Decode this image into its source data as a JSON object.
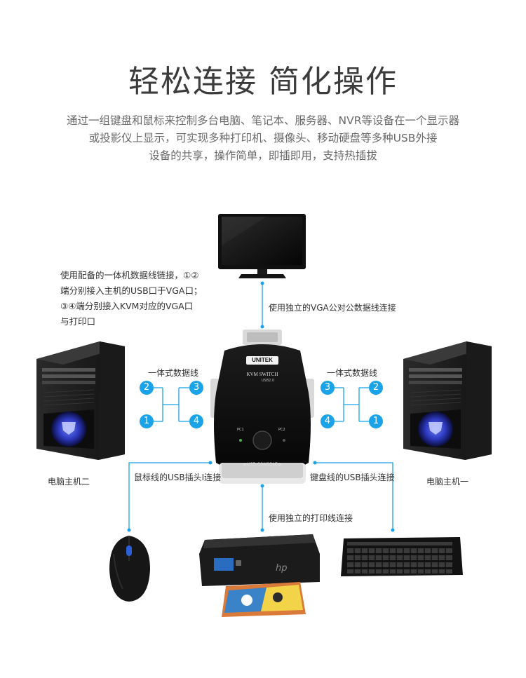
{
  "header": {
    "title": "轻松连接 简化操作",
    "intro_lines": [
      "通过一组键盘和鼠标来控制多台电脑、笔记本、服务器、NVR等设备在一个显示器",
      "或投影仪上显示，可实现多种打印机、摄像头、移动硬盘等多种USB外接",
      "设备的共享，操作简单，即插即用，支持热插拔"
    ]
  },
  "diagram": {
    "note_lines": [
      "使用配备的一体机数据线链接，①②",
      "端分别接入主机的USB口于VGA口；",
      "③④端分别接入KVM对应的VGA口",
      "与打印口"
    ],
    "monitor_label": "使用独立的VGA公对公数据线连接",
    "cable_left_label": "一体式数据线",
    "cable_right_label": "一体式数据线",
    "left_pc_label": "电脑主机二",
    "right_pc_label": "电脑主机一",
    "mouse_label": "鼠标线的USB插头I连接",
    "keyboard_label": "键盘线的USB插头连接",
    "printer_label": "使用独立的打印线连接",
    "ports_left": [
      "2",
      "3",
      "1",
      "4"
    ],
    "ports_right": [
      "3",
      "2",
      "4",
      "1"
    ],
    "kvm": {
      "brand": "UNITEK",
      "model": "KVM SWITCH",
      "usb_version": "USB2.0",
      "console_label": "◀ USB CONSOLE ▶",
      "pc1": "PC1",
      "pc2": "PC2",
      "hp_logo": "hp"
    },
    "accent_color": "#1aa3e8"
  }
}
